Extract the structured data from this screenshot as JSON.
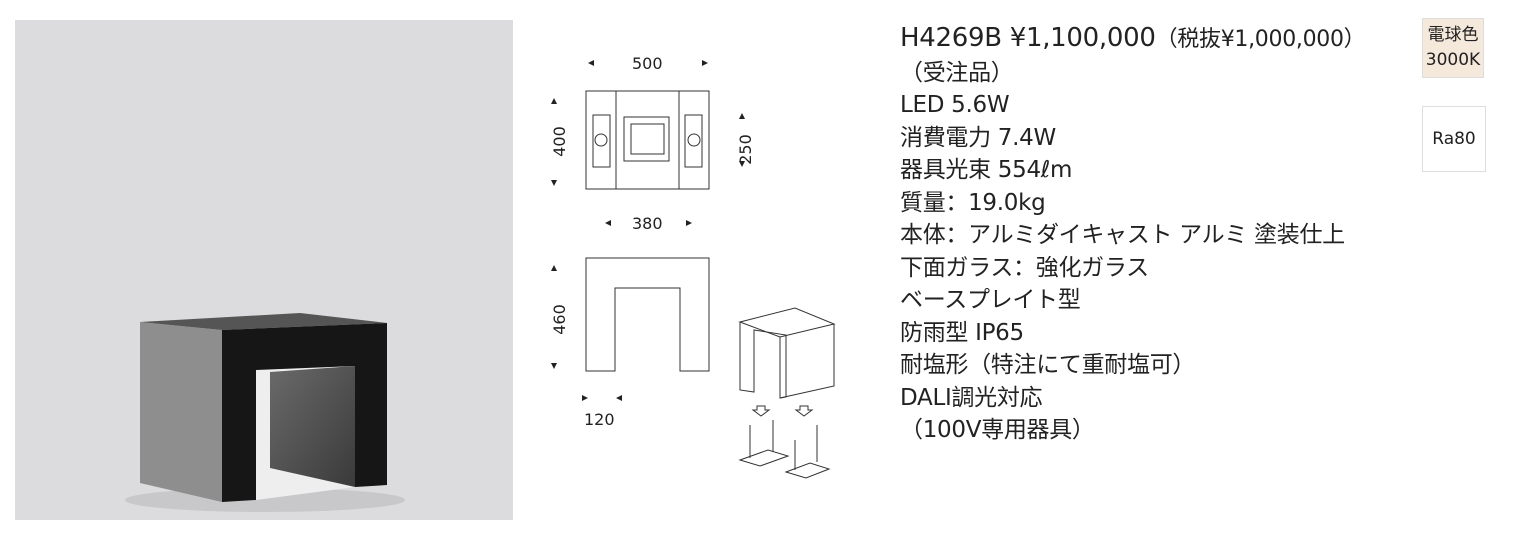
{
  "product": {
    "model": "H4269B",
    "price": "¥1,100,000",
    "price_ex_tax": "（税抜¥1,000,000）",
    "order_note": "（受注品）",
    "specs": [
      "LED 5.6W",
      "消費電力 7.4W",
      "器具光束 554ℓm",
      "質量：19.0kg",
      "本体：アルミダイキャスト アルミ 塗装仕上",
      "下面ガラス：強化ガラス",
      "ベースプレイト型",
      "防雨型 IP65",
      "耐塩形（特注にて重耐塩可）",
      "DALI調光対応",
      "（100V専用器具）"
    ]
  },
  "badges": {
    "color_name": "電球色",
    "color_temp": "3000K",
    "cri": "Ra80"
  },
  "dimensions": {
    "width": "500",
    "depth": "400",
    "glass": "250",
    "inner_width": "380",
    "height": "460",
    "leg": "120"
  },
  "colors": {
    "photo_bg": "#dcdcde",
    "badge_bg": "#f5e9dc"
  }
}
